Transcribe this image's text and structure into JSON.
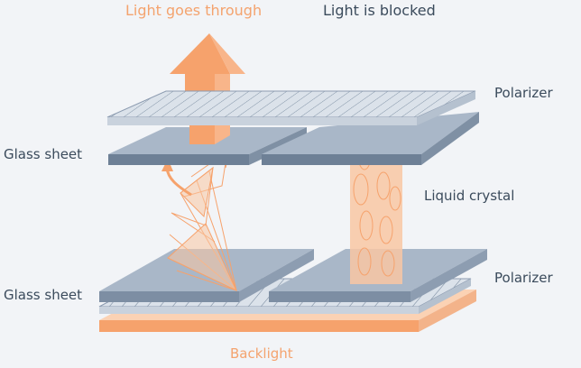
{
  "labels": {
    "light_through": "Light goes through",
    "light_blocked": "Light is blocked",
    "polarizer_top": "Polarizer",
    "glass_sheet_top": "Glass sheet",
    "liquid_crystal": "Liquid crystal",
    "polarizer_bottom": "Polarizer",
    "glass_sheet_bottom": "Glass sheet",
    "backlight": "Backlight"
  },
  "colors": {
    "background": "#f2f4f7",
    "light_orange": "#f6a26c",
    "polarizer_face": "#d2dae4",
    "glass_face": "#a8b6c8",
    "glass_edge": "#6e8096",
    "label_text": "#3b4b5c"
  }
}
